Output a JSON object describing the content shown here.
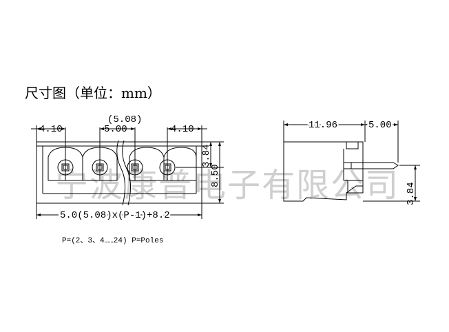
{
  "title": "尺寸图（单位：mm）",
  "watermark": "宁波康普电子有限公司",
  "front_view": {
    "pitch_alt": "(5.08)",
    "dim_left": "4.10",
    "dim_pitch": "5.00",
    "dim_right": "4.10",
    "dim_pin_height": "3.84",
    "dim_total_height": "8.50",
    "dim_total_width": "5.0(5.08)x(P-1)+8.2"
  },
  "side_view": {
    "dim_body": "11.96",
    "dim_pin": "5.00",
    "dim_pin_height": "3.84"
  },
  "note": "P=(2、3、4……24) P=Poles",
  "colors": {
    "line": "#000000",
    "watermark": "#c8c8c8"
  }
}
